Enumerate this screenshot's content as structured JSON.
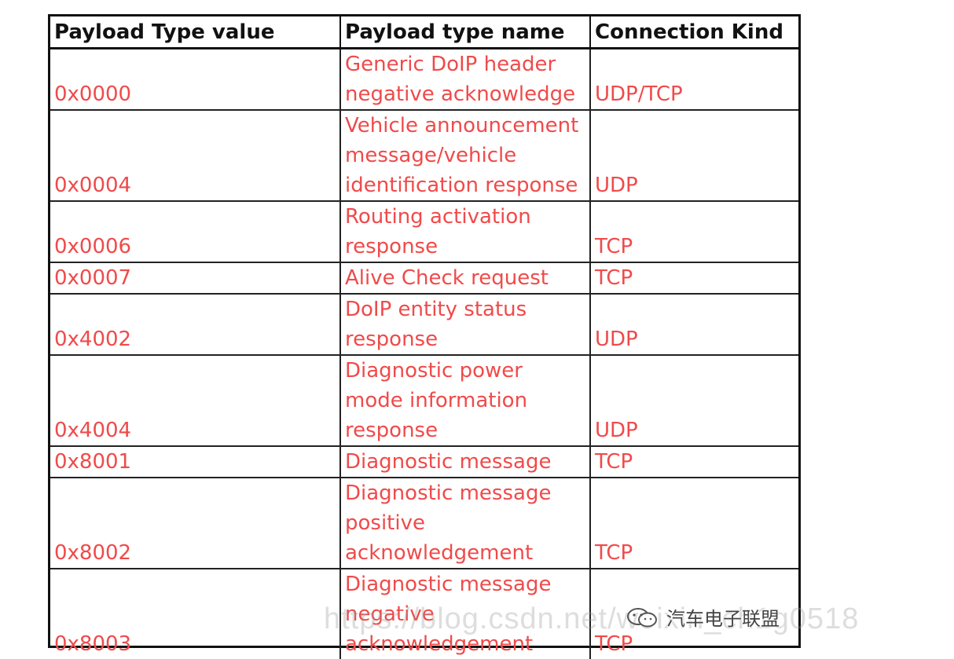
{
  "table": {
    "headers": [
      "Payload Type value",
      "Payload type name",
      "Connection Kind"
    ],
    "rows": [
      {
        "value": "0x0000",
        "name": [
          "Generic DoIP header",
          "negative acknowledge"
        ],
        "kind": "UDP/TCP"
      },
      {
        "value": "0x0004",
        "name": [
          "Vehicle announcement",
          "message/vehicle",
          "identification response"
        ],
        "kind": "UDP"
      },
      {
        "value": "0x0006",
        "name": [
          "Routing activation",
          "response"
        ],
        "kind": "TCP"
      },
      {
        "value": "0x0007",
        "name": [
          "Alive Check request"
        ],
        "kind": "TCP"
      },
      {
        "value": "0x4002",
        "name": [
          "DoIP entity status",
          "response"
        ],
        "kind": "UDP"
      },
      {
        "value": "0x4004",
        "name": [
          "Diagnostic power",
          "mode information",
          "response"
        ],
        "kind": "UDP"
      },
      {
        "value": "0x8001",
        "name": [
          "Diagnostic message"
        ],
        "kind": "TCP"
      },
      {
        "value": "0x8002",
        "name": [
          "Diagnostic message",
          "positive",
          "acknowledgement"
        ],
        "kind": "TCP"
      },
      {
        "value": "0x8003",
        "name": [
          "Diagnostic message",
          "negative",
          "acknowledgement"
        ],
        "kind": "TCP"
      }
    ]
  },
  "watermark": {
    "url_text": "https://blog.csdn.net/weixin_ch1g0518",
    "logo_text": "汽车电子联盟",
    "logo_icon": "wechat-icon"
  },
  "colors": {
    "cell_text": "#f04a4a",
    "header_text": "#111111",
    "border": "#111111"
  }
}
